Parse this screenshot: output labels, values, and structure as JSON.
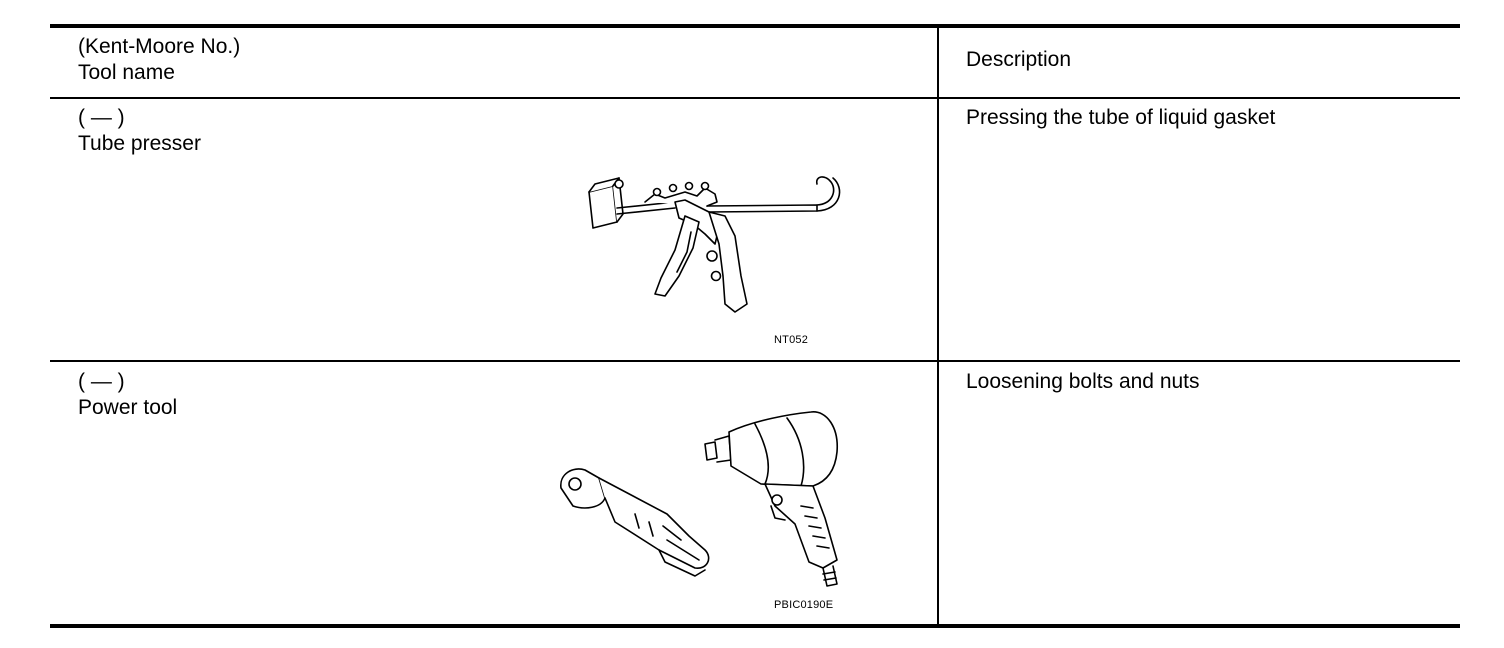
{
  "header": {
    "tool_col_line1": "(Kent-Moore No.)",
    "tool_col_line2": "Tool name",
    "description_col": "Description"
  },
  "rows": [
    {
      "kent_moore_no": "(  —  )",
      "tool_name": "Tube presser",
      "figure_id": "NT052",
      "figure_icon": "tube-presser-illustration",
      "description": "Pressing the tube of liquid gasket"
    },
    {
      "kent_moore_no": "(  —  )",
      "tool_name": "Power tool",
      "figure_id": "PBIC0190E",
      "figure_icon": "power-tool-illustration",
      "description": "Loosening bolts and nuts"
    }
  ]
}
